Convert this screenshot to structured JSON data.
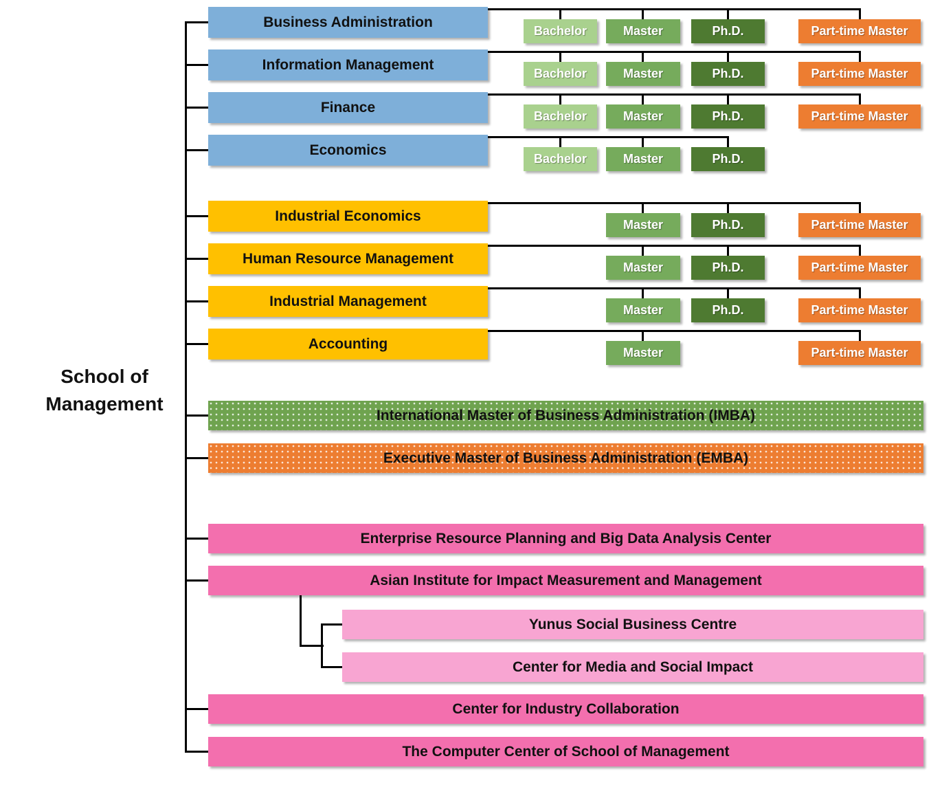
{
  "root": {
    "line1": "School of",
    "line2": "Management"
  },
  "degree_labels": {
    "bachelor": "Bachelor",
    "master": "Master",
    "phd": "Ph.D.",
    "pt_master": "Part-time Master"
  },
  "departments": [
    {
      "name": "Business Administration",
      "group": "blue",
      "degrees": [
        "Bachelor",
        "Master",
        "Ph.D.",
        "Part-time Master"
      ]
    },
    {
      "name": "Information Management",
      "group": "blue",
      "degrees": [
        "Bachelor",
        "Master",
        "Ph.D.",
        "Part-time Master"
      ]
    },
    {
      "name": "Finance",
      "group": "blue",
      "degrees": [
        "Bachelor",
        "Master",
        "Ph.D.",
        "Part-time Master"
      ]
    },
    {
      "name": "Economics",
      "group": "blue",
      "degrees": [
        "Bachelor",
        "Master",
        "Ph.D."
      ]
    },
    {
      "name": "Industrial Economics",
      "group": "yellow",
      "degrees": [
        "Master",
        "Ph.D.",
        "Part-time Master"
      ]
    },
    {
      "name": "Human Resource Management",
      "group": "yellow",
      "degrees": [
        "Master",
        "Ph.D.",
        "Part-time Master"
      ]
    },
    {
      "name": "Industrial Management",
      "group": "yellow",
      "degrees": [
        "Master",
        "Ph.D.",
        "Part-time Master"
      ]
    },
    {
      "name": "Accounting",
      "group": "yellow",
      "degrees": [
        "Master",
        "Part-time Master"
      ]
    }
  ],
  "programs": [
    {
      "name": "International Master of Business Administration (IMBA)",
      "style": "green-dotted"
    },
    {
      "name": "Executive Master of Business Administration (EMBA)",
      "style": "orange-dotted"
    }
  ],
  "centers": [
    {
      "name": "Enterprise Resource Planning and Big Data Analysis Center"
    },
    {
      "name": "Asian Institute for Impact Measurement and Management",
      "sub_centers": [
        "Yunus Social Business Centre",
        "Center for Media and Social Impact"
      ]
    },
    {
      "name": "Center for Industry Collaboration"
    },
    {
      "name": "The Computer Center of School of Management"
    }
  ],
  "colors": {
    "dept_blue": "#7EAFD9",
    "dept_yellow": "#FFC000",
    "bachelor_green": "#A9D18E",
    "master_green": "#76AB5C",
    "phd_green": "#4E7A31",
    "part_time_orange": "#ED7D31",
    "imba_green": "#6FA34F",
    "emba_orange": "#ED7D31",
    "center_pink": "#F36FAE",
    "sub_center_pink": "#F8A5D2",
    "line_black": "#000000"
  }
}
